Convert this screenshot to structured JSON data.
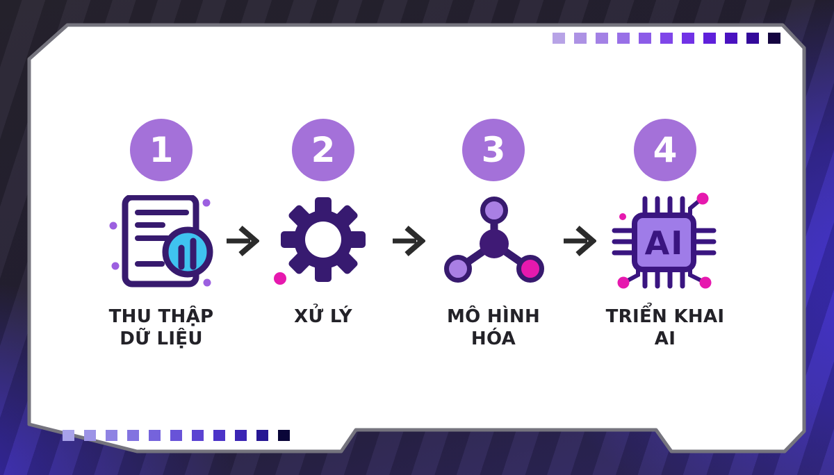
{
  "title_hint": "Quy trình AI 4 bước",
  "palette": {
    "background_dark": "#282430",
    "background_purple": "#4130d4",
    "card_background": "#ffffff",
    "card_border": "#75747e",
    "step_circle": "#a471d9",
    "step_number_color": "#ffffff",
    "icon_dark": "#371a6e",
    "chip_border": "#3a1580",
    "chip_fill": "#9f7ce8",
    "accent_cyan": "#3fc3ef",
    "accent_magenta": "#e619ae",
    "accent_light_purple": "#a97fe4",
    "label_text": "#232228",
    "arrow_color": "#2b2b2b"
  },
  "decor": {
    "top_squares": [
      "#b7a3e6",
      "#ad92e4",
      "#a381e5",
      "#9870e7",
      "#8c5ce8",
      "#7f46e9",
      "#7132e6",
      "#5f20db",
      "#4a12c0",
      "#33099a",
      "#140440"
    ],
    "bottom_squares": [
      "#a8a2ea",
      "#9c93e6",
      "#8f83e3",
      "#8273e0",
      "#7563dc",
      "#6853d8",
      "#5b43d2",
      "#4c34c8",
      "#3b25b4",
      "#261693",
      "#0a0538"
    ]
  },
  "steps": [
    {
      "number": "1",
      "label": "THU THẬP\nDỮ LIỆU",
      "icon": "document-chart-icon"
    },
    {
      "number": "2",
      "label": "XỬ LÝ",
      "icon": "gear-icon"
    },
    {
      "number": "3",
      "label": "MÔ HÌNH\nHÓA",
      "icon": "molecule-icon"
    },
    {
      "number": "4",
      "label": "TRIỂN KHAI\nAI",
      "icon": "ai-chip-icon",
      "chip_text": "AI"
    }
  ],
  "arrow": {
    "glyph": "→",
    "count": 3
  }
}
